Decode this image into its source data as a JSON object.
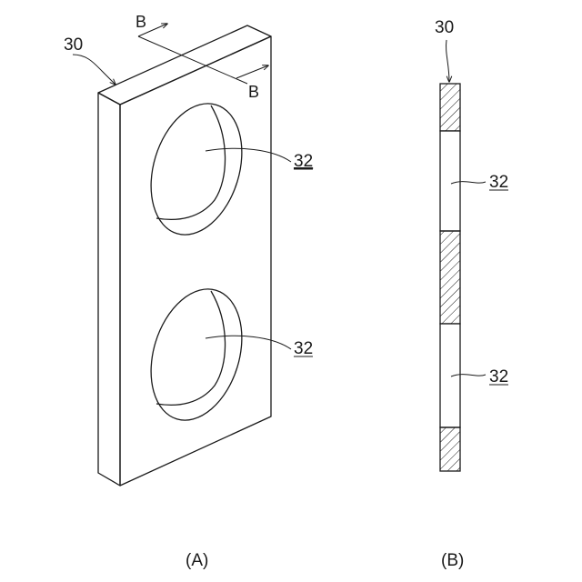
{
  "figure_a": {
    "part_label": "30",
    "section_mark_top": "B",
    "section_mark_bottom": "B",
    "hole_label_upper": "32",
    "hole_label_lower": "32",
    "caption": "(A)"
  },
  "figure_b": {
    "part_label": "30",
    "hole_label_upper": "32",
    "hole_label_lower": "32",
    "caption": "(B)"
  }
}
